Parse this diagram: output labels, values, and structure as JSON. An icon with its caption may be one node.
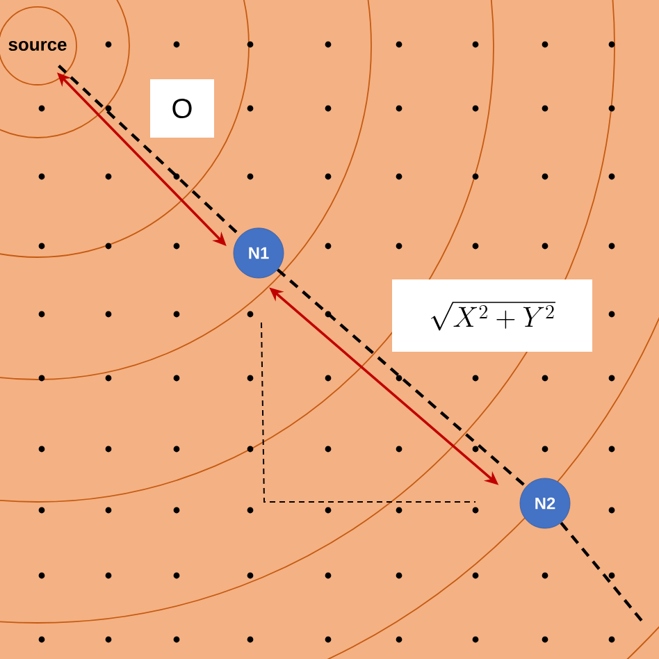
{
  "diagram": {
    "nodes": [
      {
        "text": [
          "source"
        ]
      },
      {
        "text": [
          "N1"
        ]
      },
      {
        "text": [
          "N2"
        ]
      }
    ],
    "edges": [
      {
        "from": 0,
        "to": 1,
        "arrow": "both",
        "color": "#c00000"
      },
      {
        "from": 1,
        "to": 2,
        "arrow": "both",
        "color": "#c00000"
      },
      {
        "from": 0,
        "to": 1,
        "arrow": "none",
        "style": "dashed"
      },
      {
        "from": 1,
        "to": 2,
        "arrow": "none",
        "style": "dashed"
      },
      {
        "from": 2,
        "to": null,
        "arrow": "none",
        "style": "dashed"
      }
    ],
    "labels": [
      "O",
      "\\sqrt{X^2+Y^2}"
    ]
  }
}
